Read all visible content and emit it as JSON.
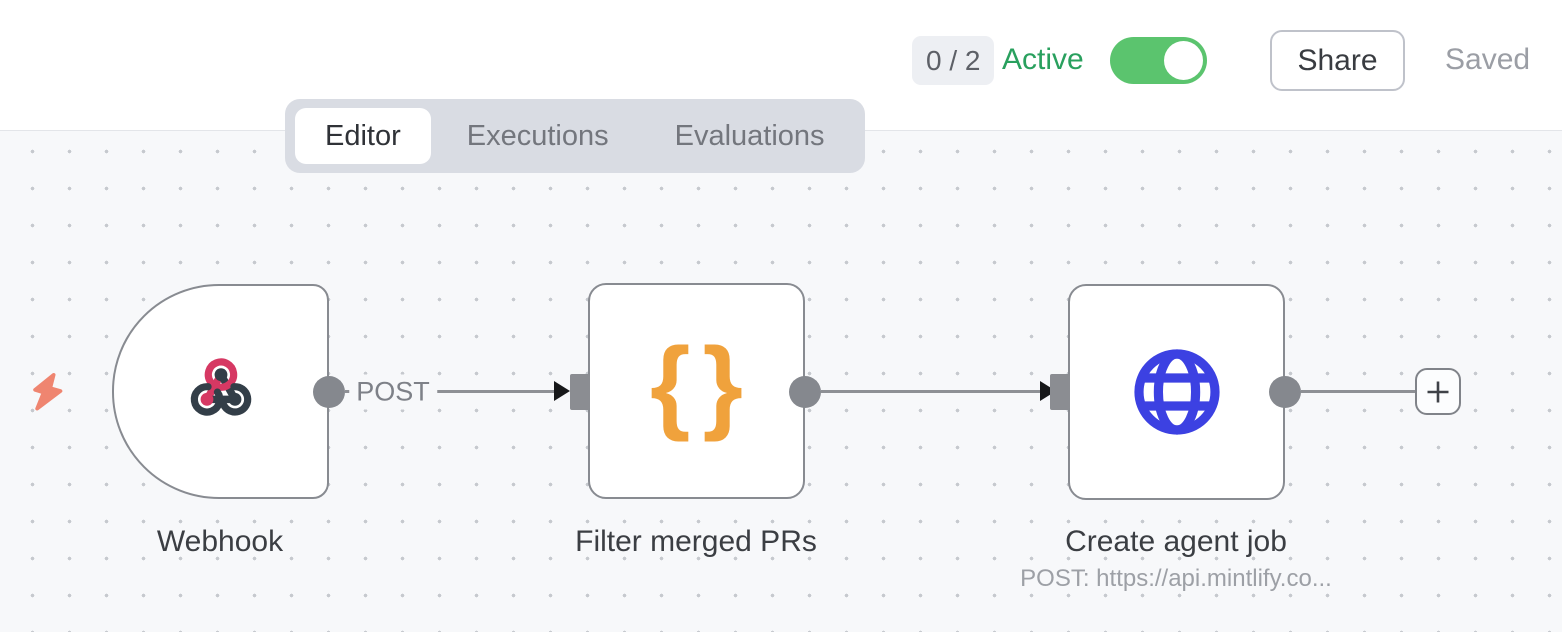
{
  "header": {
    "issues_badge": "0 / 2",
    "active_label": "Active",
    "active_toggle_state": "on",
    "share_label": "Share",
    "saved_label": "Saved"
  },
  "tabs": [
    {
      "label": "Editor",
      "active": true
    },
    {
      "label": "Executions",
      "active": false
    },
    {
      "label": "Evaluations",
      "active": false
    }
  ],
  "canvas": {
    "trigger_indicator": "lightning-bolt-icon",
    "nodes": [
      {
        "title": "Webhook",
        "icon": "webhook-icon",
        "shape": "rounded-left-trigger",
        "output_label": "POST"
      },
      {
        "title": "Filter merged PRs",
        "icon": "curly-braces-icon",
        "shape": "rounded-square"
      },
      {
        "title": "Create agent job",
        "subtitle": "POST: https://api.mintlify.co...",
        "icon": "globe-icon",
        "shape": "rounded-square"
      }
    ],
    "edge_label": "POST",
    "add_node_button": "+"
  },
  "colors": {
    "canvas_bg": "#f7f8fa",
    "node_border": "#888b91",
    "toggle_green": "#5bc46e",
    "active_text_green": "#29a05e",
    "webhook_pink": "#d63863",
    "webhook_slate": "#333e48",
    "braces_orange": "#f0a23c",
    "globe_blue": "#3c41e2",
    "bolt_coral": "#ef8570",
    "connector_gray": "#85888e"
  }
}
